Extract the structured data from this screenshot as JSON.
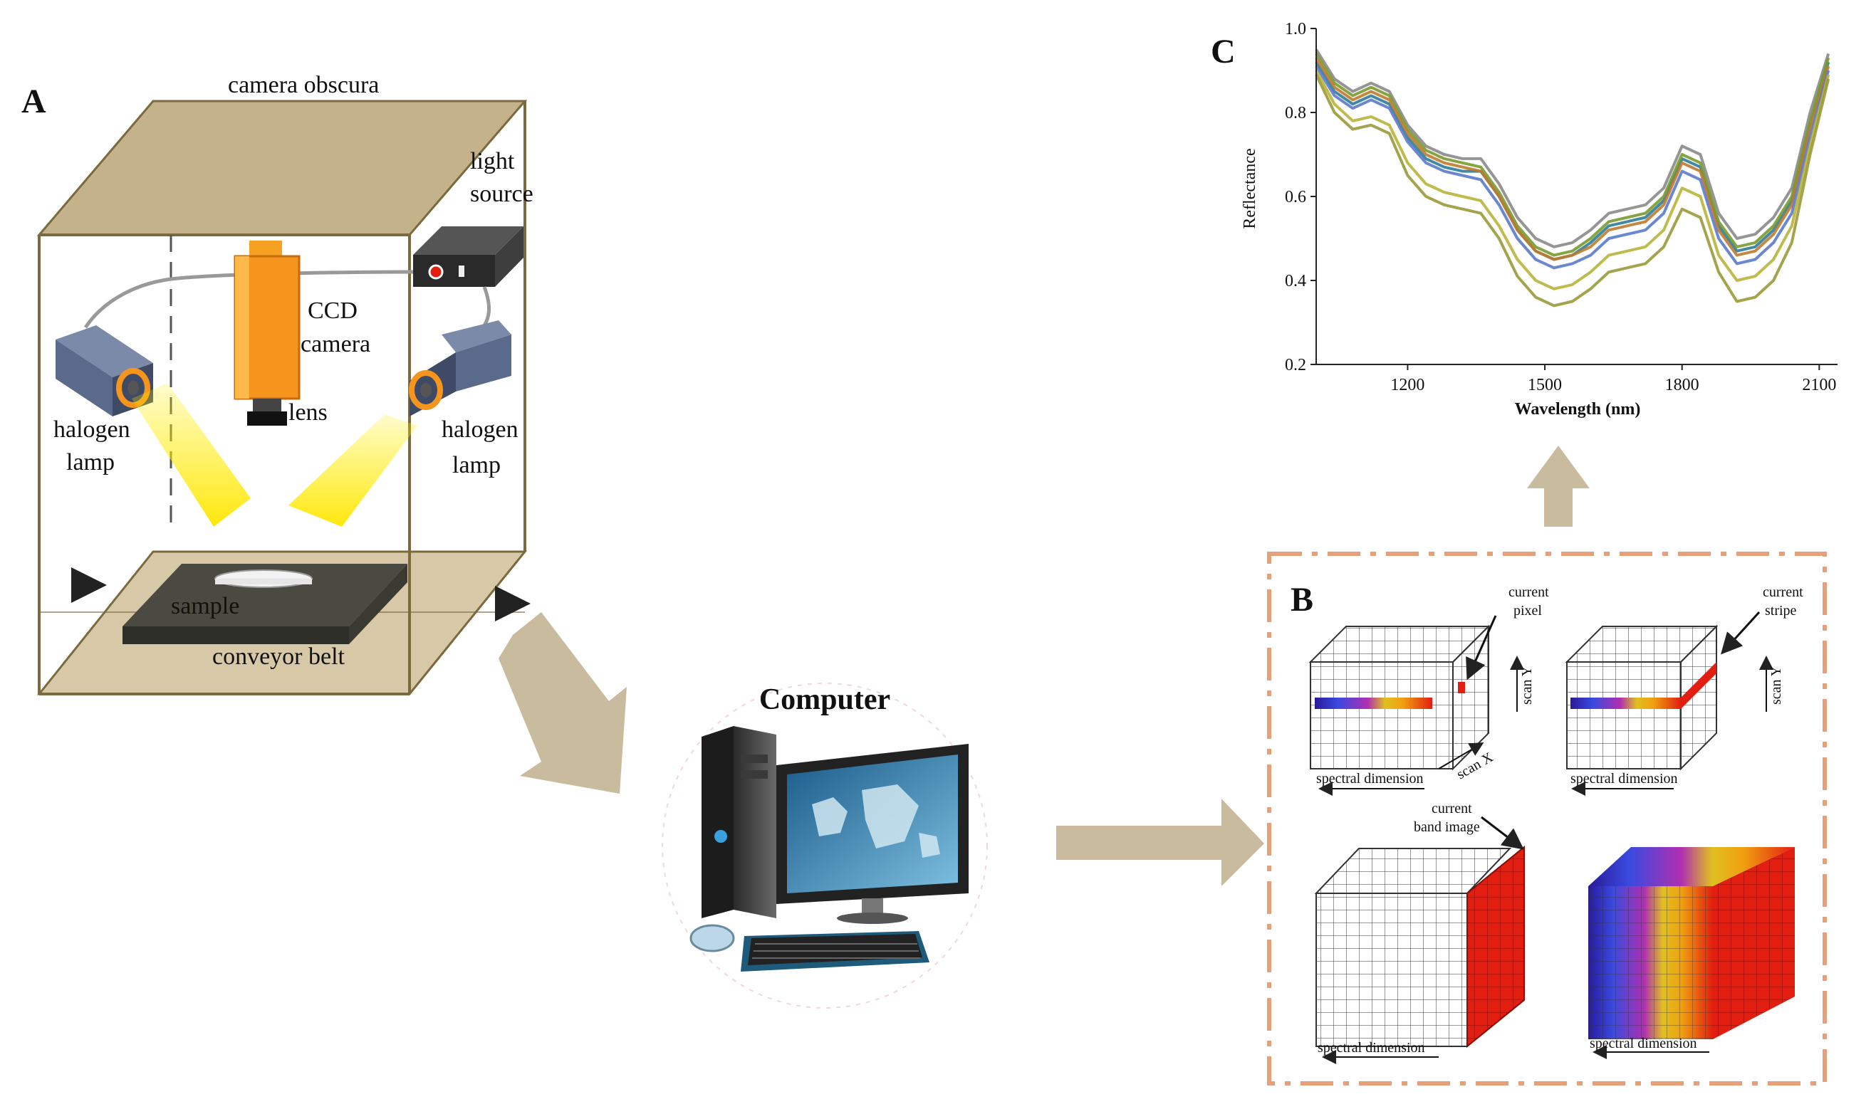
{
  "panels": {
    "a": "A",
    "b": "B",
    "c": "C"
  },
  "setup": {
    "box_label": "camera obscura",
    "light_source": [
      "light",
      "source"
    ],
    "camera": [
      "CCD",
      "camera"
    ],
    "lens": "lens",
    "halogen_left": [
      "halogen",
      "lamp"
    ],
    "halogen_right": [
      "halogen",
      "lamp"
    ],
    "sample": "sample",
    "belt": "conveyor belt"
  },
  "computer": {
    "title": "Computer"
  },
  "cubes": {
    "pixel": [
      "current",
      "pixel"
    ],
    "stripe": [
      "current",
      "stripe"
    ],
    "band": [
      "current",
      "band image"
    ],
    "spectral": "spectral dimension",
    "scan_x": "scan X",
    "scan_y": "scan Y"
  },
  "colors": {
    "arrow": "#c9bb9d",
    "box_fill": "#c4b28a",
    "dash_border": "#e6a07a",
    "red": "#e21e10"
  },
  "chart_data": {
    "type": "line",
    "title": "",
    "xlabel": "Wavelength (nm)",
    "ylabel": "Reflectance",
    "xlim": [
      1000,
      2140
    ],
    "ylim": [
      0.2,
      1.0
    ],
    "xticks": [
      1200,
      1500,
      1800,
      2100
    ],
    "yticks": [
      0.2,
      0.4,
      0.6,
      0.8,
      1.0
    ],
    "ytick_labels": [
      "0.2",
      "0.4",
      "0.6",
      "0.8",
      "1.0"
    ],
    "grid": false,
    "x": [
      1000,
      1040,
      1080,
      1120,
      1160,
      1200,
      1240,
      1280,
      1320,
      1360,
      1400,
      1440,
      1480,
      1520,
      1560,
      1600,
      1640,
      1680,
      1720,
      1760,
      1800,
      1840,
      1880,
      1920,
      1960,
      2000,
      2040,
      2080,
      2120
    ],
    "series": [
      {
        "color": "#8a8a8a",
        "values": [
          0.95,
          0.88,
          0.85,
          0.87,
          0.85,
          0.77,
          0.72,
          0.7,
          0.69,
          0.69,
          0.63,
          0.55,
          0.5,
          0.48,
          0.49,
          0.52,
          0.56,
          0.57,
          0.58,
          0.62,
          0.72,
          0.7,
          0.56,
          0.5,
          0.51,
          0.55,
          0.62,
          0.8,
          0.94
        ]
      },
      {
        "color": "#2e7d9a",
        "values": [
          0.92,
          0.85,
          0.82,
          0.84,
          0.82,
          0.74,
          0.69,
          0.67,
          0.66,
          0.66,
          0.6,
          0.52,
          0.47,
          0.45,
          0.46,
          0.49,
          0.53,
          0.54,
          0.55,
          0.59,
          0.69,
          0.67,
          0.53,
          0.47,
          0.48,
          0.52,
          0.59,
          0.77,
          0.92
        ]
      },
      {
        "color": "#7a9a2e",
        "values": [
          0.94,
          0.87,
          0.84,
          0.86,
          0.84,
          0.76,
          0.71,
          0.69,
          0.68,
          0.67,
          0.61,
          0.53,
          0.48,
          0.46,
          0.47,
          0.5,
          0.54,
          0.55,
          0.56,
          0.6,
          0.7,
          0.68,
          0.54,
          0.48,
          0.49,
          0.53,
          0.6,
          0.78,
          0.93
        ]
      },
      {
        "color": "#c07a2e",
        "values": [
          0.93,
          0.86,
          0.83,
          0.85,
          0.83,
          0.75,
          0.7,
          0.68,
          0.67,
          0.66,
          0.6,
          0.52,
          0.47,
          0.45,
          0.46,
          0.48,
          0.52,
          0.53,
          0.54,
          0.58,
          0.68,
          0.66,
          0.52,
          0.46,
          0.47,
          0.51,
          0.58,
          0.76,
          0.91
        ]
      },
      {
        "color": "#5a7acb",
        "values": [
          0.91,
          0.84,
          0.81,
          0.83,
          0.81,
          0.73,
          0.68,
          0.66,
          0.65,
          0.64,
          0.58,
          0.5,
          0.45,
          0.43,
          0.44,
          0.46,
          0.5,
          0.51,
          0.52,
          0.56,
          0.66,
          0.64,
          0.5,
          0.44,
          0.45,
          0.49,
          0.56,
          0.74,
          0.9
        ]
      },
      {
        "color": "#b9b43a",
        "values": [
          0.9,
          0.82,
          0.78,
          0.79,
          0.77,
          0.68,
          0.63,
          0.61,
          0.6,
          0.59,
          0.53,
          0.45,
          0.4,
          0.38,
          0.39,
          0.42,
          0.46,
          0.47,
          0.48,
          0.52,
          0.62,
          0.6,
          0.46,
          0.4,
          0.41,
          0.45,
          0.53,
          0.72,
          0.89
        ]
      },
      {
        "color": "#9a9a3a",
        "values": [
          0.89,
          0.8,
          0.76,
          0.77,
          0.75,
          0.65,
          0.6,
          0.58,
          0.57,
          0.56,
          0.5,
          0.41,
          0.36,
          0.34,
          0.35,
          0.38,
          0.42,
          0.43,
          0.44,
          0.48,
          0.57,
          0.55,
          0.42,
          0.35,
          0.36,
          0.4,
          0.49,
          0.7,
          0.88
        ]
      }
    ]
  }
}
